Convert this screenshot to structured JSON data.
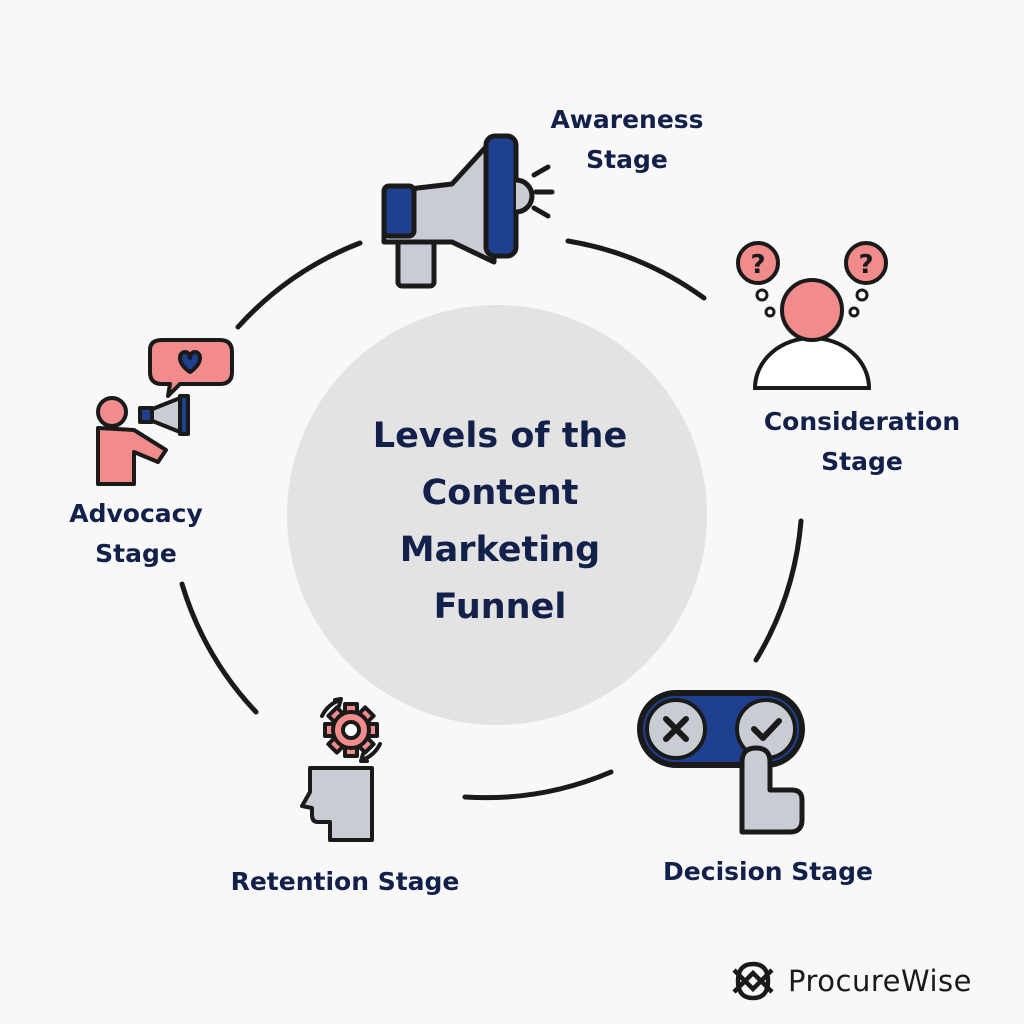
{
  "diagram": {
    "center_title": [
      "Levels of the",
      "Content",
      "Marketing",
      "Funnel"
    ],
    "stages": [
      {
        "id": "awareness",
        "label": [
          "Awareness",
          "Stage"
        ],
        "icon": "megaphone-icon"
      },
      {
        "id": "consideration",
        "label": [
          "Consideration",
          "Stage"
        ],
        "icon": "thinking-person-icon"
      },
      {
        "id": "decision",
        "label": [
          "Decision Stage"
        ],
        "icon": "toggle-switch-icon"
      },
      {
        "id": "retention",
        "label": [
          "Retention Stage"
        ],
        "icon": "head-gear-icon"
      },
      {
        "id": "advocacy",
        "label": [
          "Advocacy",
          "Stage"
        ],
        "icon": "person-megaphone-icon"
      }
    ]
  },
  "brand": {
    "name": "ProcureWise",
    "icon": "procurewise-logo-icon"
  },
  "colors": {
    "navy": "#12204a",
    "accent_blue": "#1f3f8f",
    "pink": "#f28b8b",
    "gray": "#c9cdd3",
    "center_circle": "#e3e3e3",
    "background": "#f8f8f8"
  }
}
